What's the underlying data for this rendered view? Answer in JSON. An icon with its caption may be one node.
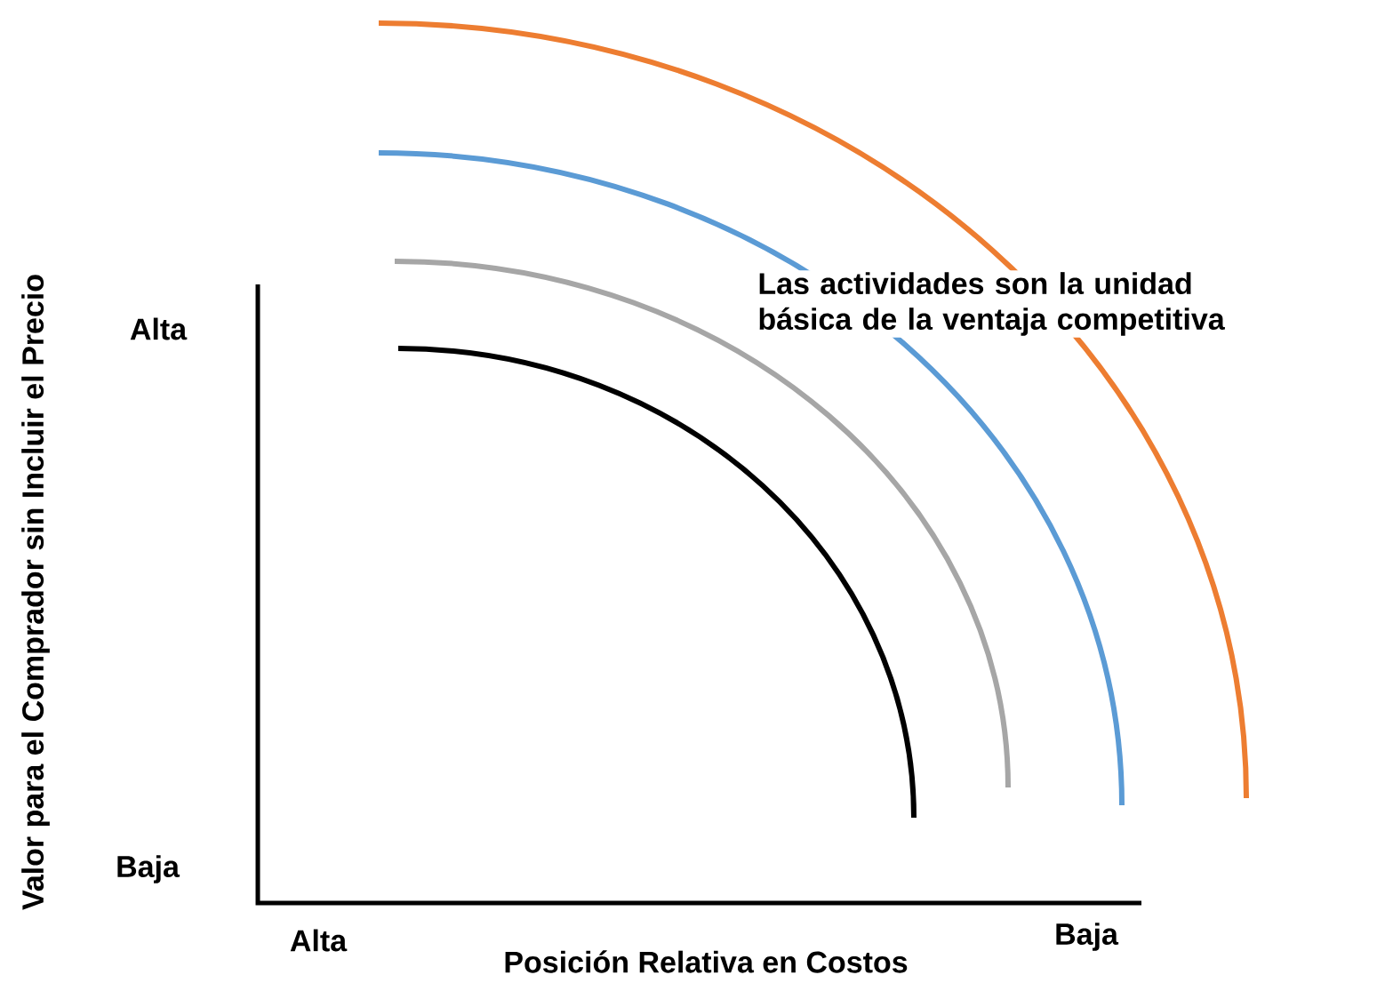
{
  "diagram": {
    "labels": [
      "Las actividades son la unidad básica de la ventaja competitiva",
      "Valor para el Comprador sin Incluir el Precio",
      "Alta",
      "Baja",
      "Alta",
      "Baja",
      "Posición Relativa en Costos"
    ]
  }
}
